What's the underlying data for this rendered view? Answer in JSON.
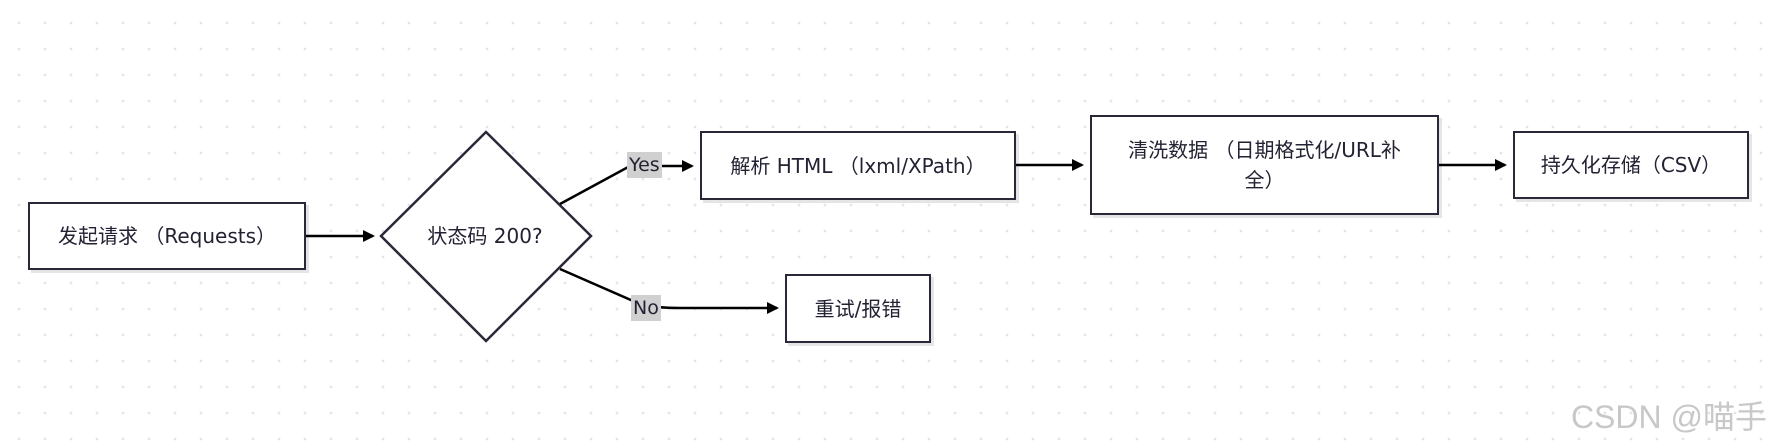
{
  "nodes": {
    "request": "发起请求 （Requests）",
    "decision": "状态码 200?",
    "parse": "解析 HTML （lxml/XPath）",
    "clean_line1": "清洗数据 （日期格式化/URL补",
    "clean_line2": "全）",
    "store": "持久化存储（CSV）",
    "retry": "重试/报错"
  },
  "edges": {
    "yes_label": "Yes",
    "no_label": "No"
  },
  "watermark": "CSDN @喵手"
}
